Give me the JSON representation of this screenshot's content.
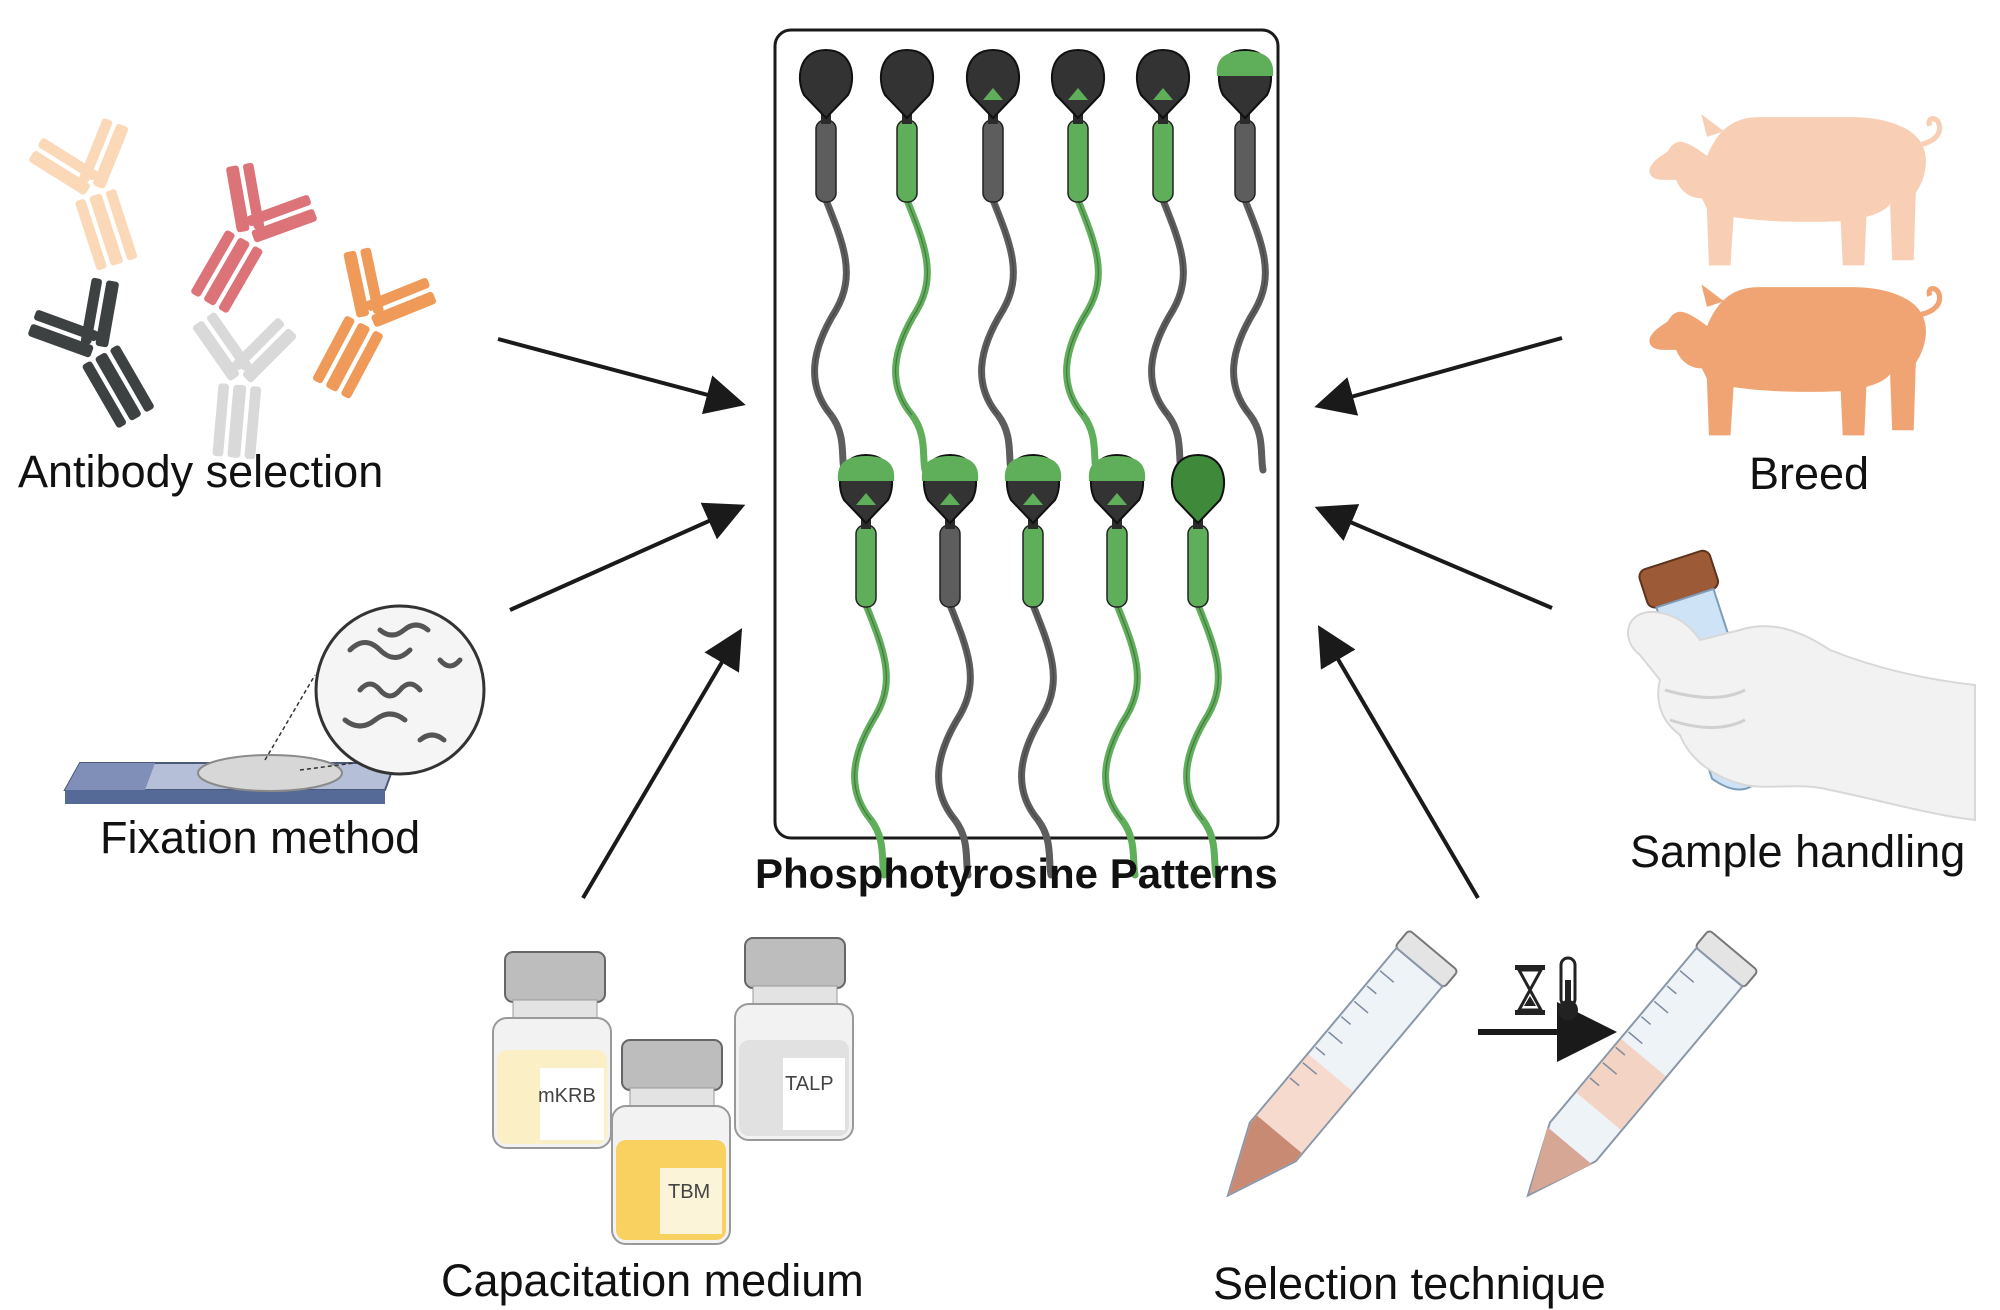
{
  "title": "Phosphotyrosine Patterns",
  "factors": {
    "antibody": "Antibody selection",
    "fixation": "Fixation method",
    "medium": "Capacitation medium",
    "selection": "Selection technique",
    "breed": "Breed",
    "handling": "Sample handling"
  },
  "media": [
    "mKRB",
    "TBM",
    "TALP"
  ],
  "sperm_rows": [
    [
      {
        "tail": "grey",
        "midpiece": "grey",
        "cap": "none"
      },
      {
        "tail": "green",
        "midpiece": "green",
        "cap": "none"
      },
      {
        "tail": "grey",
        "midpiece": "grey",
        "cap": "equatorial"
      },
      {
        "tail": "green",
        "midpiece": "green",
        "cap": "equatorial"
      },
      {
        "tail": "grey",
        "midpiece": "green",
        "cap": "equatorial"
      },
      {
        "tail": "grey",
        "midpiece": "grey",
        "cap": "acrosome"
      }
    ],
    [
      {
        "tail": "green",
        "midpiece": "green",
        "cap": "acrosome-equatorial"
      },
      {
        "tail": "grey",
        "midpiece": "grey",
        "cap": "acrosome-equatorial"
      },
      {
        "tail": "grey",
        "midpiece": "green",
        "cap": "acrosome-equatorial"
      },
      {
        "tail": "green",
        "midpiece": "green",
        "cap": "acrosome-equatorial"
      },
      {
        "tail": "green",
        "midpiece": "green",
        "cap": "full"
      }
    ]
  ],
  "colors": {
    "green": "#5fae5a",
    "green_dark": "#3e8a3a",
    "sperm_dark": "#333333",
    "sperm_grey": "#5d5d5d",
    "pig_light": "#f8cfb4",
    "pig_dark": "#f0a474",
    "arrow": "#1a1a1a"
  },
  "icons": {
    "antibodies": "antibody-icon",
    "slide": "microscope-slide-icon",
    "bottles": "media-bottle-icon",
    "tubes": "centrifuge-tube-icon",
    "hourglass": "hourglass-icon",
    "thermometer": "thermometer-icon",
    "pigs": "pig-icon",
    "hand": "gloved-hand-tube-icon"
  }
}
